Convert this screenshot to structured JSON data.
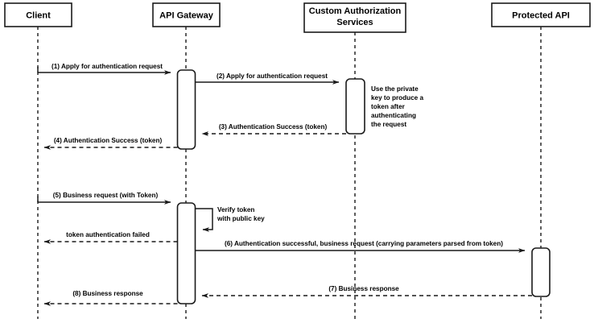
{
  "diagram": {
    "title": "API Gateway token authentication sequence",
    "type": "sequence-diagram",
    "colors": {
      "background": "#ffffff",
      "stroke": "#1a1a1a",
      "text": "#000000"
    }
  },
  "participants": [
    {
      "id": "client",
      "label": "Client",
      "line1": "Client",
      "line2": ""
    },
    {
      "id": "api-gateway",
      "label": "API Gateway",
      "line1": "API Gateway",
      "line2": ""
    },
    {
      "id": "custom-auth",
      "label": "Custom Authorization Services",
      "line1": "Custom Authorization",
      "line2": "Services"
    },
    {
      "id": "protected-api",
      "label": "Protected API",
      "line1": "Protected API",
      "line2": ""
    }
  ],
  "messages": [
    {
      "num": "1",
      "label": "(1) Apply for authentication request",
      "from": "client",
      "to": "api-gateway",
      "style": "solid"
    },
    {
      "num": "2",
      "label": "(2) Apply for authentication request",
      "from": "api-gateway",
      "to": "custom-auth",
      "style": "solid"
    },
    {
      "num": "3",
      "label": "(3) Authentication Success (token)",
      "from": "custom-auth",
      "to": "api-gateway",
      "style": "dashed"
    },
    {
      "num": "4",
      "label": "(4) Authentication Success (token)",
      "from": "api-gateway",
      "to": "client",
      "style": "dashed"
    },
    {
      "num": "5",
      "label": "(5) Business request (with Token)",
      "from": "client",
      "to": "api-gateway",
      "style": "solid"
    },
    {
      "num": "",
      "label": "token authentication failed",
      "from": "api-gateway",
      "to": "client",
      "style": "dashed"
    },
    {
      "num": "6",
      "label": "(6) Authentication successful, business request (carrying parameters parsed from token)",
      "from": "api-gateway",
      "to": "protected-api",
      "style": "solid"
    },
    {
      "num": "7",
      "label": "(7) Business response",
      "from": "protected-api",
      "to": "api-gateway",
      "style": "dashed"
    },
    {
      "num": "8",
      "label": "(8) Business response",
      "from": "api-gateway",
      "to": "client",
      "style": "dashed"
    }
  ],
  "self_messages": [
    {
      "id": "verify-token",
      "owner": "api-gateway",
      "lines": [
        "Verify token",
        "with public key"
      ]
    }
  ],
  "notes": [
    {
      "id": "private-key-note",
      "owner": "custom-auth",
      "lines": [
        "Use the private",
        "key to produce a",
        "token after",
        "authenticating",
        "the request"
      ]
    }
  ]
}
